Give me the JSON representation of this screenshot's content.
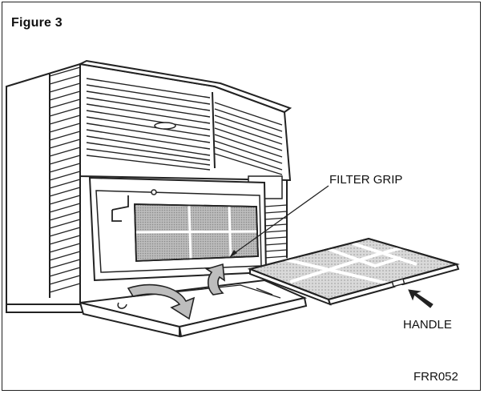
{
  "figure": {
    "title": "Figure 3",
    "reference_code": "FRR052"
  },
  "callouts": {
    "filter_grip": "FILTER GRIP",
    "handle": "HANDLE"
  },
  "colors": {
    "line": "#222222",
    "filter_mesh": "#c8c8c8",
    "filter_dark": "#9a9a9a",
    "arrow": "#bdbdbd",
    "border": "#222222"
  }
}
